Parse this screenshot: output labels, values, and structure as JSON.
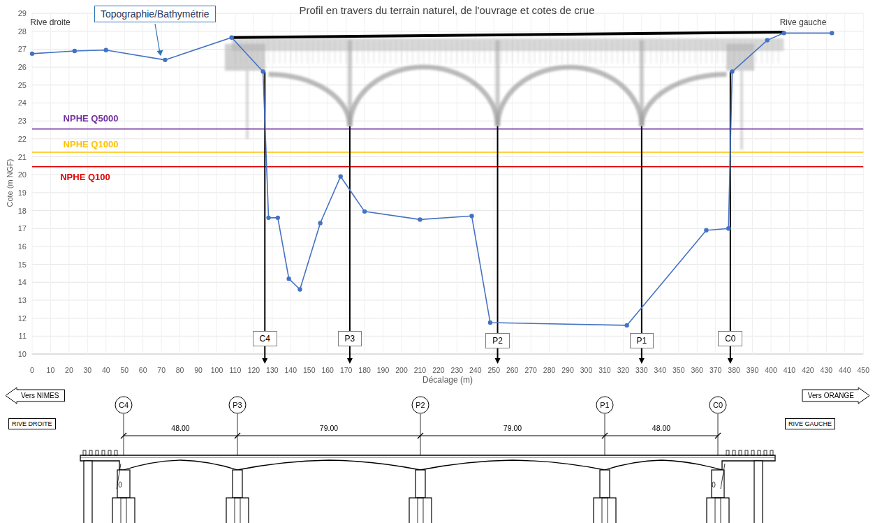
{
  "diagram": {
    "title": "Profil en travers du terrain naturel, de l'ouvrage et cotes de crue",
    "nodes": [
      {
        "text": [
          "Topographie/Bathymétrie"
        ]
      },
      {
        "text": [
          "C4"
        ]
      },
      {
        "text": [
          "P3"
        ]
      },
      {
        "text": [
          "P2"
        ]
      },
      {
        "text": [
          "P1"
        ]
      },
      {
        "text": [
          "C0"
        ]
      },
      {
        "text": [
          "Vers NIMES"
        ]
      },
      {
        "text": [
          "C4"
        ]
      },
      {
        "text": [
          "P3"
        ]
      },
      {
        "text": [
          "P2"
        ]
      },
      {
        "text": [
          "P1"
        ]
      },
      {
        "text": [
          "C0"
        ]
      },
      {
        "text": [
          "Vers ORANGE"
        ]
      },
      {
        "text": [
          "RIVE DROITE"
        ]
      },
      {
        "text": [
          "RIVE GAUCHE"
        ]
      }
    ],
    "labels": [
      "Rive droite",
      "Rive gauche",
      "NPHE Q5000",
      "NPHE Q1000",
      "NPHE Q100",
      "Cote (m NGF)",
      "10",
      "11",
      "12",
      "13",
      "14",
      "15",
      "16",
      "17",
      "18",
      "19",
      "20",
      "21",
      "22",
      "23",
      "24",
      "25",
      "26",
      "27",
      "28",
      "29",
      "0",
      "10",
      "20",
      "30",
      "40",
      "50",
      "60",
      "70",
      "80",
      "90",
      "100",
      "110",
      "120",
      "130",
      "140",
      "150",
      "160",
      "170",
      "180",
      "190",
      "200",
      "210",
      "220",
      "230",
      "240",
      "250",
      "260",
      "270",
      "280",
      "290",
      "300",
      "310",
      "320",
      "330",
      "340",
      "350",
      "360",
      "370",
      "380",
      "390",
      "400",
      "410",
      "420",
      "430",
      "440",
      "450",
      "Décalage (m)",
      "48.00",
      "79.00",
      "79.00",
      "48.00"
    ]
  }
}
